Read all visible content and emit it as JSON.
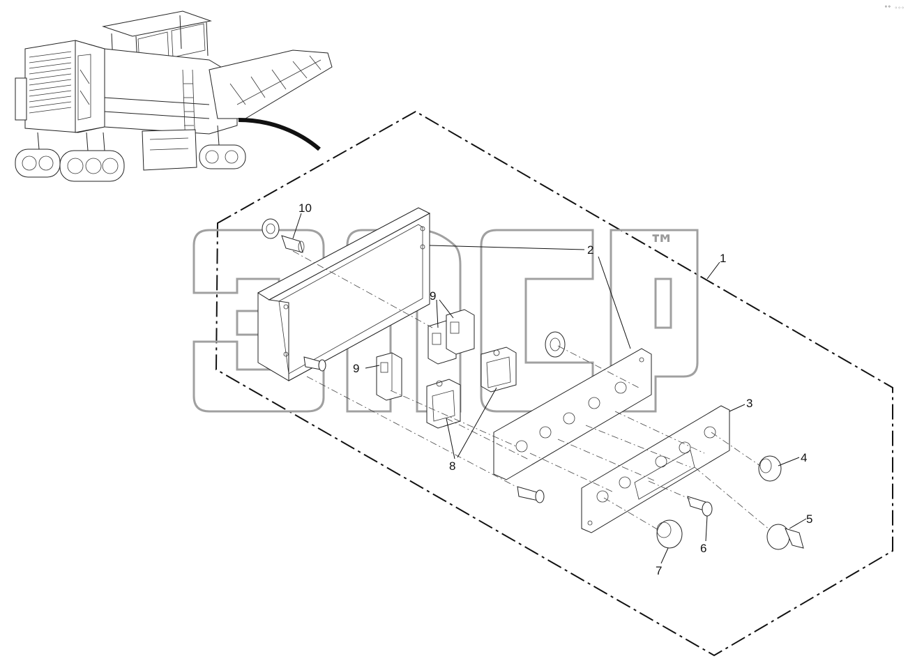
{
  "corner_mark": "°° ◦◦◦",
  "watermark_mark": "™",
  "callouts": [
    {
      "id": "1",
      "label": "1"
    },
    {
      "id": "2",
      "label": "2"
    },
    {
      "id": "3",
      "label": "3"
    },
    {
      "id": "4",
      "label": "4"
    },
    {
      "id": "5",
      "label": "5"
    },
    {
      "id": "6",
      "label": "6"
    },
    {
      "id": "7",
      "label": "7"
    },
    {
      "id": "8",
      "label": "8"
    },
    {
      "id": "9a",
      "label": "9"
    },
    {
      "id": "9b",
      "label": "9"
    },
    {
      "id": "10",
      "label": "10"
    }
  ],
  "colors": {
    "line": "#222222",
    "watermark": "#a0a0a0",
    "background": "#ffffff"
  }
}
